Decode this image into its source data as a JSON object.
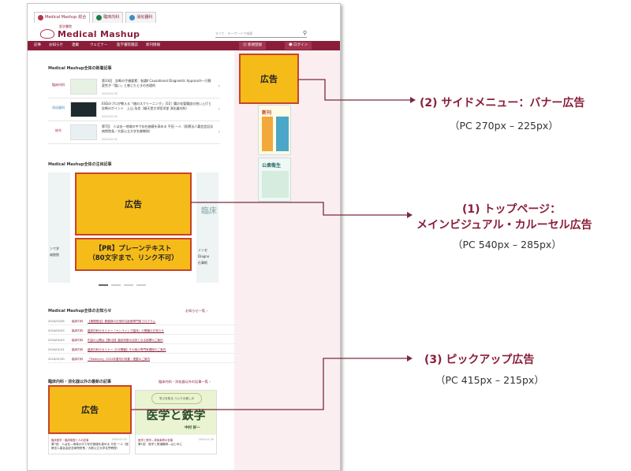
{
  "browser_tabs": [
    {
      "label": "Medical Mashup",
      "suffix": "総合",
      "active": true
    },
    {
      "label": "臨床内科",
      "suffix": "",
      "active": false
    },
    {
      "label": "消化器科",
      "suffix": "",
      "active": false
    }
  ],
  "site": {
    "logo_sub": "医学書院",
    "logo": "Medical Mashup",
    "search_scope": "すべて",
    "search_placeholder": "キーワードで検索"
  },
  "nav": {
    "items": [
      "記事",
      "お知らせ",
      "連載",
      "ウェビナー",
      "医学書院雑誌",
      "新刊情報"
    ],
    "register": "新規登録",
    "login": "ログイン"
  },
  "sections": {
    "latest_title": "Medical Mashup全体の新着記事",
    "featured_title": "Medical Mashup全体の注目記事",
    "news_title": "Medical Mashup全体のお知らせ",
    "news_more": "お知らせ一覧",
    "other_title": "臨床内科・消化器以外の最新の記事",
    "other_more": "臨床内科・消化器以外の記事一覧"
  },
  "latest_articles": [
    {
      "category": "臨床内科",
      "title": "第33回　診断の手順要素：各論Ⅱ Causational Diagnostic Approach―汗腺変性が「臨い」と感じたときの合理的",
      "date": "2024.02.02"
    },
    {
      "category": "消化器科",
      "title": "ESDのプロが教える「癌のスクリーニング」［02］腸の化管腸皮の拾い上げと診断のポイント　上山 浩也（順天堂大学医学部 消化器内科）",
      "date": "2024.02.01"
    },
    {
      "category": "総合",
      "title": "第7回　人は支―地域の中で存在価値を高める 平田 一人（医療法人嘉会会記念病院院長／大阪公立大学名誉教授）",
      "date": "2024.02.01"
    }
  ],
  "carousel_side_texts": [
    "ンで学",
    "病院院",
    "臨床",
    "ミンセ",
    "Diagno",
    "仕事術"
  ],
  "news_items": [
    {
      "date": "2024/02/06",
      "cat": "臨床内科",
      "text": "【期間限定】看護師の日常的な医療専門家プログラム"
    },
    {
      "date": "2024/02/03",
      "cat": "臨床内科",
      "text": "臨床内科のセミナー「オンラインで臨床」の開催のお知らせ"
    },
    {
      "date": "2024/02/03",
      "cat": "臨床内科",
      "text": "内容の公開は【第1回】臨床判断の目安となる指標のご案内"
    },
    {
      "date": "2024/01/31",
      "cat": "臨床内科",
      "text": "臨床内科のセミナー【2月開催】その後の専門家講座のご案内"
    },
    {
      "date": "2024/01/30",
      "cat": "臨床内科",
      "text": "「Medicine」2024年春号の特集・連載のご案内"
    }
  ],
  "other_cards": [
    {
      "cat": "臨床医学・臨床検査と人の記事",
      "date": "2024.02.01",
      "title": "第7回　人は支―地域の中で存在価値を高める 平田 一人（医療法人嘉会会記念病院院長／大阪公立大学名誉教授）"
    },
    {
      "cat": "医学と鉄学―背後事情の言葉",
      "date": "2024.01.30",
      "title": "第1回　医学と鉄道趣味―はじめに",
      "book_title": "医学と鉄学",
      "book_sub": "学ぶを知る ついでの楽しみ",
      "author": "中村 好一"
    }
  ],
  "ads": {
    "label": "広告",
    "pr_line1": "【PR】プレーンテキスト",
    "pr_line2": "（80文字まで、リンク不可）"
  },
  "side_banners": [
    {
      "text": "新刊"
    },
    {
      "text": "公衆衛生"
    }
  ],
  "annotations": [
    {
      "title": "(2) サイドメニュー：バナー広告",
      "sub": "（PC 270px – 225px）"
    },
    {
      "title_line1": "(1) トップページ：",
      "title_line2": "メインビジュアル・カルーセル広告",
      "sub": "（PC 540px – 285px）"
    },
    {
      "title": "(3) ピックアップ広告",
      "sub": "（PC 415px – 215px）"
    }
  ],
  "colors": {
    "brand": "#8a1e3a",
    "ad_fill": "#f5bb19",
    "ad_border": "#c8432a",
    "connector": "#7a2a3f"
  }
}
